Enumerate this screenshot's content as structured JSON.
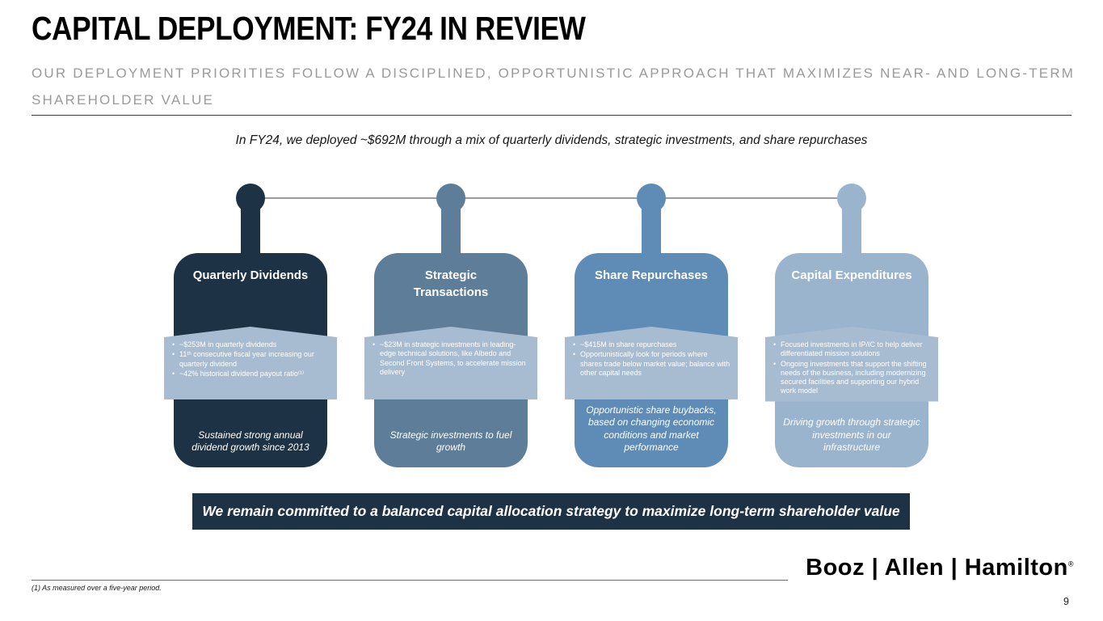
{
  "slide": {
    "title": "CAPITAL DEPLOYMENT: FY24 IN REVIEW",
    "subtitle": "OUR DEPLOYMENT PRIORITIES FOLLOW A DISCIPLINED, OPPORTUNISTIC APPROACH THAT MAXIMIZES NEAR- AND LONG-TERM SHAREHOLDER VALUE",
    "intro": "In FY24, we deployed ~$692M through a mix of quarterly dividends, strategic investments, and share repurchases",
    "banner": "We remain committed to a balanced capital allocation strategy to maximize long-term shareholder value",
    "footnote": "(1) As measured over a five-year period.",
    "page_number": "9",
    "logo_text": "Booz | Allen | Hamilton",
    "logo_mark": "®"
  },
  "colors": {
    "dark_navy": "#1e3245",
    "slate_blue": "#5e7d99",
    "medium_blue": "#5f8cb6",
    "light_blue": "#9ab4ce",
    "band": "#a8bcd1",
    "connector": "#9b9b9b"
  },
  "columns": [
    {
      "title": "Quarterly Dividends",
      "color": "#1e3245",
      "bullets": [
        "~$253M in quarterly dividends",
        "11ᵗʰ consecutive fiscal year increasing our quarterly dividend",
        "~42% historical dividend payout ratio⁽¹⁾"
      ],
      "summary": "Sustained strong annual dividend growth since 2013"
    },
    {
      "title": "Strategic Transactions",
      "color": "#5e7d99",
      "bullets": [
        "~$23M in strategic investments in leading-edge technical solutions, like Albedo and Second Front Systems, to accelerate mission delivery"
      ],
      "summary": "Strategic investments to fuel growth"
    },
    {
      "title": "Share Repurchases",
      "color": "#5f8cb6",
      "bullets": [
        "~$415M in share repurchases",
        "Opportunistically look for periods where shares trade below market value; balance with other capital needs"
      ],
      "summary": "Opportunistic share buybacks, based on changing economic conditions and market performance"
    },
    {
      "title": "Capital Expenditures",
      "color": "#9ab4ce",
      "bullets": [
        "Focused investments in IP/IC to help deliver differentiated mission solutions",
        "Ongoing investments that support the shifting needs of the business, including modernizing secured facilities and supporting our hybrid work model"
      ],
      "summary": "Driving growth through strategic investments in our infrastructure"
    }
  ]
}
